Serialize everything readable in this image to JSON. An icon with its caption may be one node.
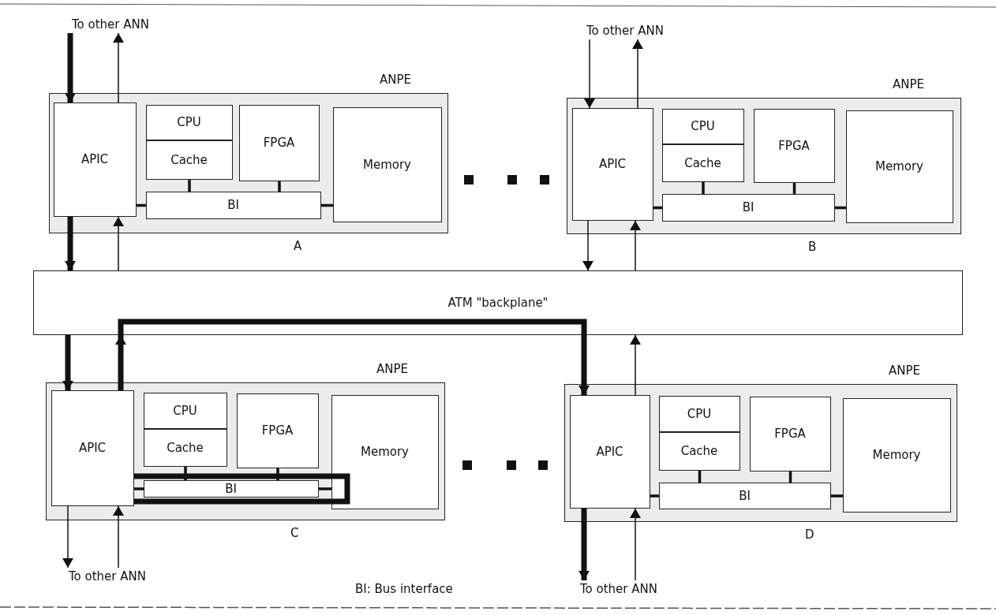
{
  "diagram": {
    "nodes": [
      {
        "text": [
          "To other ANN"
        ]
      },
      {
        "text": [
          "To other ANN"
        ]
      },
      {
        "text": [
          "ANPE"
        ],
        "beside": [
          "A"
        ]
      },
      {
        "text": [
          "APIC"
        ],
        "in": 2
      },
      {
        "text": [
          "CPU"
        ],
        "in": 2
      },
      {
        "text": [
          "Cache"
        ],
        "in": 2
      },
      {
        "text": [
          "FPGA"
        ],
        "in": 2
      },
      {
        "text": [
          "Memory"
        ],
        "in": 2
      },
      {
        "text": [
          "BI"
        ],
        "in": 2
      },
      {
        "text": [
          "ANPE"
        ],
        "beside": [
          "B"
        ]
      },
      {
        "text": [
          "APIC"
        ],
        "in": 9
      },
      {
        "text": [
          "CPU"
        ],
        "in": 9
      },
      {
        "text": [
          "Cache"
        ],
        "in": 9
      },
      {
        "text": [
          "FPGA"
        ],
        "in": 9
      },
      {
        "text": [
          "Memory"
        ],
        "in": 9
      },
      {
        "text": [
          "BI"
        ],
        "in": 9
      },
      {
        "text": [
          "ATM \"backplane\""
        ]
      },
      {
        "text": [
          "ANPE"
        ],
        "beside": [
          "C"
        ]
      },
      {
        "text": [
          "APIC"
        ],
        "in": 17
      },
      {
        "text": [
          "CPU"
        ],
        "in": 17
      },
      {
        "text": [
          "Cache"
        ],
        "in": 17
      },
      {
        "text": [
          "FPGA"
        ],
        "in": 17
      },
      {
        "text": [
          "Memory"
        ],
        "in": 17
      },
      {
        "text": [
          "BI"
        ],
        "in": 17
      },
      {
        "text": [
          "ANPE"
        ],
        "beside": [
          "D"
        ]
      },
      {
        "text": [
          "APIC"
        ],
        "in": 24
      },
      {
        "text": [
          "CPU"
        ],
        "in": 24
      },
      {
        "text": [
          "Cache"
        ],
        "in": 24
      },
      {
        "text": [
          "FPGA"
        ],
        "in": 24
      },
      {
        "text": [
          "Memory"
        ],
        "in": 24
      },
      {
        "text": [
          "BI"
        ],
        "in": 24
      },
      {
        "text": [
          "To other ANN"
        ]
      },
      {
        "text": [
          "To other ANN"
        ]
      }
    ],
    "edges": [
      {
        "from": 0,
        "to": 3,
        "arrow": "to",
        "style": "thick"
      },
      {
        "from": 3,
        "to": 16,
        "arrow": "to",
        "style": "thick"
      },
      {
        "from": 16,
        "to": 18,
        "arrow": "to",
        "style": "thick"
      },
      {
        "from": 18,
        "to": 22,
        "arrow": "none",
        "style": "thick"
      },
      {
        "from": 22,
        "to": 18,
        "arrow": "none",
        "style": "thick"
      },
      {
        "from": 18,
        "to": 16,
        "arrow": "to",
        "style": "thick"
      },
      {
        "from": 16,
        "to": 25,
        "arrow": "to",
        "style": "thick"
      },
      {
        "from": 25,
        "to": 32,
        "arrow": "to",
        "style": "thick"
      },
      {
        "from": 3,
        "to": 0,
        "arrow": "to"
      },
      {
        "from": 16,
        "to": 3,
        "arrow": "to"
      },
      {
        "from": 1,
        "to": 10,
        "arrow": "to"
      },
      {
        "from": 10,
        "to": 1,
        "arrow": "to"
      },
      {
        "from": 10,
        "to": 16,
        "arrow": "to"
      },
      {
        "from": 16,
        "to": 10,
        "arrow": "to"
      },
      {
        "from": 18,
        "to": 31,
        "arrow": "to"
      },
      {
        "from": 31,
        "to": 18,
        "arrow": "to"
      },
      {
        "from": 25,
        "to": 16,
        "arrow": "to"
      },
      {
        "from": 32,
        "to": 25,
        "arrow": "to"
      },
      {
        "from": 3,
        "to": 8,
        "arrow": "none"
      },
      {
        "from": 5,
        "to": 8,
        "arrow": "none"
      },
      {
        "from": 6,
        "to": 8,
        "arrow": "none"
      },
      {
        "from": 8,
        "to": 7,
        "arrow": "none"
      },
      {
        "from": 10,
        "to": 15,
        "arrow": "none"
      },
      {
        "from": 12,
        "to": 15,
        "arrow": "none"
      },
      {
        "from": 13,
        "to": 15,
        "arrow": "none"
      },
      {
        "from": 15,
        "to": 14,
        "arrow": "none"
      },
      {
        "from": 18,
        "to": 23,
        "arrow": "none"
      },
      {
        "from": 20,
        "to": 23,
        "arrow": "none"
      },
      {
        "from": 21,
        "to": 23,
        "arrow": "none"
      },
      {
        "from": 23,
        "to": 22,
        "arrow": "none"
      },
      {
        "from": 25,
        "to": 30,
        "arrow": "none"
      },
      {
        "from": 27,
        "to": 30,
        "arrow": "none"
      },
      {
        "from": 28,
        "to": 30,
        "arrow": "none"
      },
      {
        "from": 30,
        "to": 29,
        "arrow": "none"
      }
    ],
    "labels": [
      "BI: Bus interface"
    ]
  }
}
